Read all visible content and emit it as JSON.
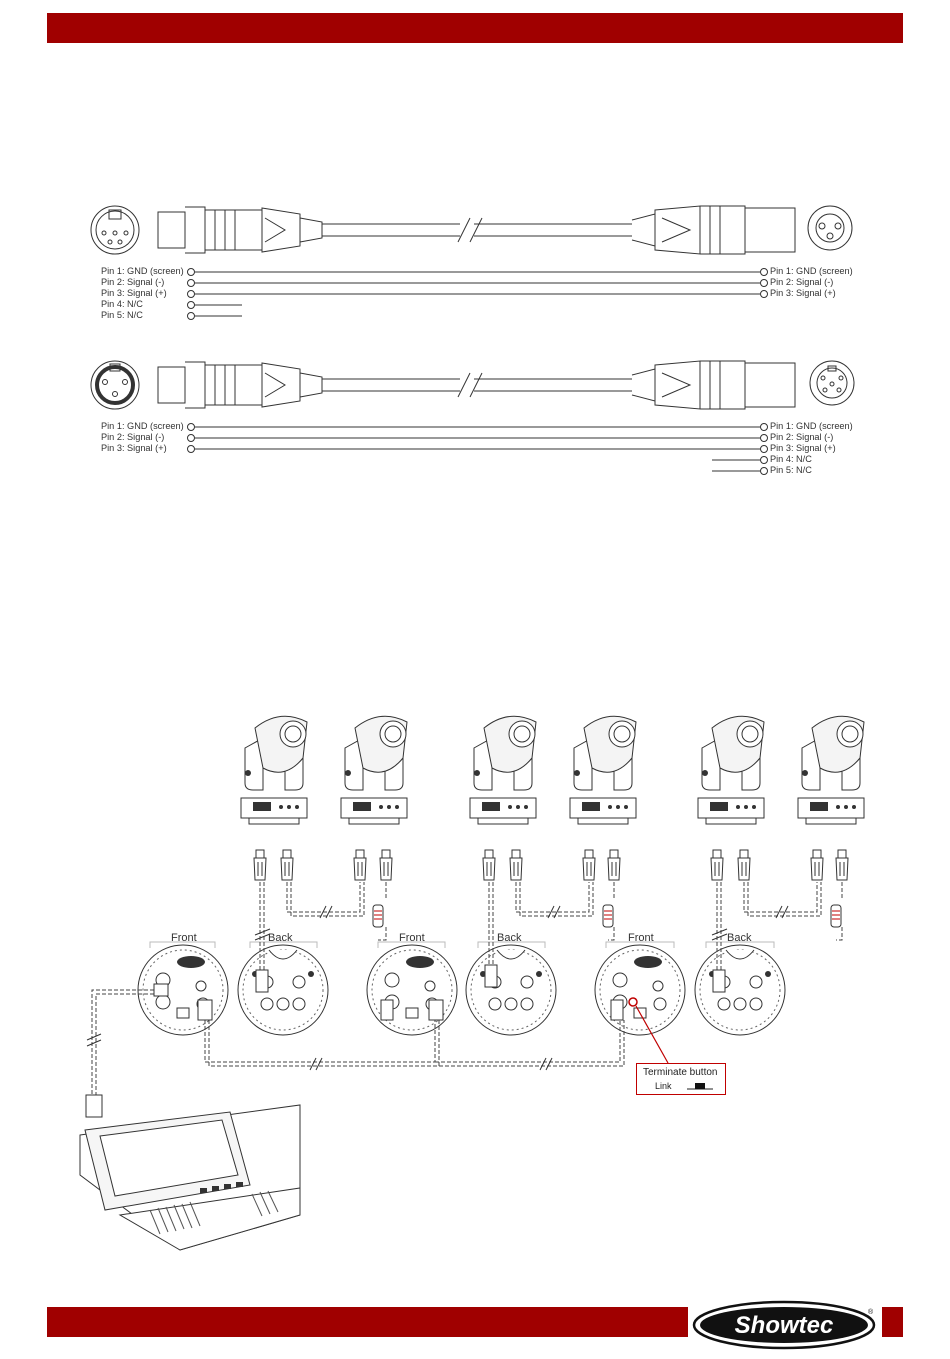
{
  "header": {
    "bar_color": "#a00000"
  },
  "cable_diagram_1": {
    "left_pins": [
      "Pin 1: GND (screen)",
      "Pin 2: Signal (-)",
      "Pin 3: Signal (+)",
      "Pin 4: N/C",
      "Pin 5: N/C"
    ],
    "right_pins": [
      "Pin 1: GND (screen)",
      "Pin 2: Signal (-)",
      "Pin 3: Signal (+)"
    ]
  },
  "cable_diagram_2": {
    "left_pins": [
      "Pin 1: GND (screen)",
      "Pin 2: Signal (-)",
      "Pin 3: Signal (+)"
    ],
    "right_pins": [
      "Pin 1: GND (screen)",
      "Pin 2: Signal (-)",
      "Pin 3: Signal (+)",
      "Pin 4: N/C",
      "Pin 5: N/C"
    ]
  },
  "connection_diagram": {
    "groups": [
      {
        "front_label": "Front",
        "back_label": "Back"
      },
      {
        "front_label": "Front",
        "back_label": "Back"
      },
      {
        "front_label": "Front",
        "back_label": "Back"
      }
    ],
    "terminate": {
      "title": "Terminate button",
      "link_label": "Link"
    },
    "accent_color": "#c00000"
  },
  "footer": {
    "brand_logo": "Showtec",
    "registered_mark": "®"
  }
}
